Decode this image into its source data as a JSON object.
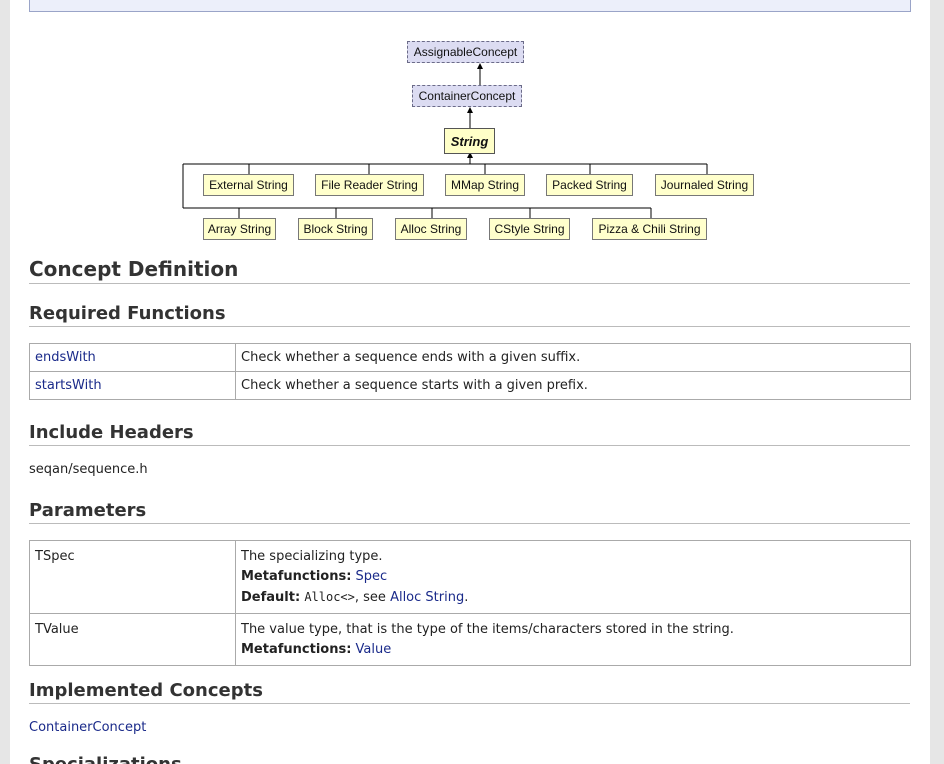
{
  "diagram": {
    "concepts": [
      "AssignableConcept",
      "ContainerConcept"
    ],
    "main": "String",
    "row1": [
      "External String",
      "File Reader String",
      "MMap String",
      "Packed String",
      "Journaled String"
    ],
    "row2": [
      "Array String",
      "Block String",
      "Alloc String",
      "CStyle String",
      "Pizza & Chili String"
    ]
  },
  "sections": {
    "concept_definition": "Concept Definition",
    "required_functions": "Required Functions",
    "include_headers": "Include Headers",
    "parameters": "Parameters",
    "implemented_concepts": "Implemented Concepts",
    "specializations": "Specializations"
  },
  "functions": [
    {
      "name": "endsWith",
      "desc": "Check whether a sequence ends with a given suffix."
    },
    {
      "name": "startsWith",
      "desc": "Check whether a sequence starts with a given prefix."
    }
  ],
  "include_header": "seqan/sequence.h",
  "parameters": {
    "tspec": {
      "name": "TSpec",
      "desc": "The specializing type.",
      "meta_label": "Metafunctions:",
      "meta_link": "Spec",
      "default_label": "Default:",
      "default_code": "Alloc<>",
      "default_see": ", see ",
      "default_link": "Alloc String",
      "default_end": "."
    },
    "tvalue": {
      "name": "TValue",
      "desc": "The value type, that is the type of the items/characters stored in the string.",
      "meta_label": "Metafunctions:",
      "meta_link": "Value"
    }
  },
  "implemented_concepts": [
    "ContainerConcept"
  ],
  "colors": {
    "link": "#1a2a8a",
    "concept_fill": "#dcdcf2",
    "spec_fill": "#ffffcc"
  }
}
